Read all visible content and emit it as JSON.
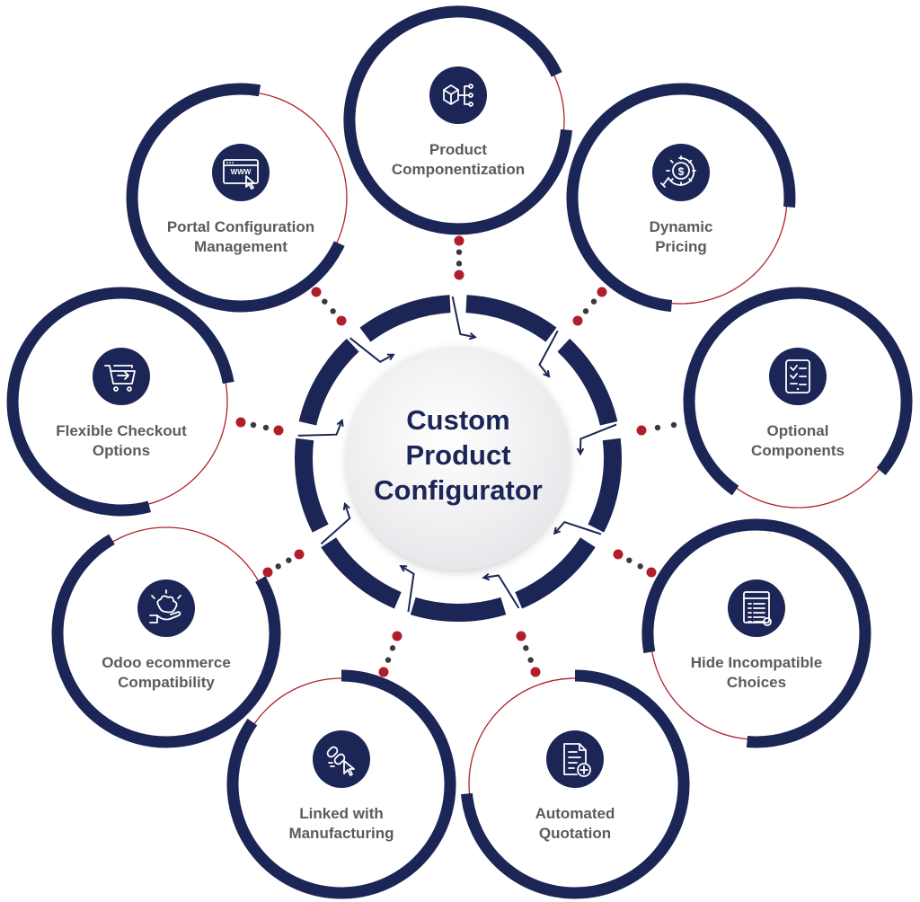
{
  "colors": {
    "navy": "#1c2656",
    "accent_red": "#b01e2a",
    "dot_dark": "#3a3a3a",
    "label_gray": "#5b5b5b",
    "center_fill": "#f2f2f4"
  },
  "center": {
    "lines": [
      "Custom",
      "Product",
      "Configurator"
    ]
  },
  "features": [
    {
      "lines": [
        "Product",
        "Componentization"
      ],
      "icon": "box-branch-icon"
    },
    {
      "lines": [
        "Dynamic",
        "Pricing"
      ],
      "icon": "dollar-gear-icon"
    },
    {
      "lines": [
        "Optional",
        "Components"
      ],
      "icon": "checklist-tablet-icon"
    },
    {
      "lines": [
        "Hide Incompatible",
        "Choices"
      ],
      "icon": "document-list-icon"
    },
    {
      "lines": [
        "Automated",
        "Quotation"
      ],
      "icon": "document-plus-icon"
    },
    {
      "lines": [
        "Linked with",
        "Manufacturing"
      ],
      "icon": "link-cursor-icon"
    },
    {
      "lines": [
        "Odoo ecommerce",
        "Compatibility"
      ],
      "icon": "hand-puzzle-icon"
    },
    {
      "lines": [
        "Flexible Checkout",
        "Options"
      ],
      "icon": "cart-arrow-icon"
    },
    {
      "lines": [
        "Portal Configuration",
        "Management"
      ],
      "icon": "www-cursor-icon"
    }
  ]
}
